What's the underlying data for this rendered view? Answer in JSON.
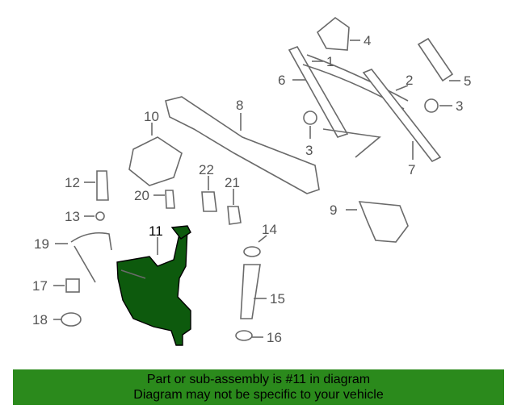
{
  "callouts": {
    "c1": "1",
    "c2": "2",
    "c3a": "3",
    "c3b": "3",
    "c4": "4",
    "c5": "5",
    "c6": "6",
    "c7": "7",
    "c8": "8",
    "c9": "9",
    "c10": "10",
    "c11": "11",
    "c12": "12",
    "c13": "13",
    "c14": "14",
    "c15": "15",
    "c16": "16",
    "c17": "17",
    "c18": "18",
    "c19": "19",
    "c20": "20",
    "c21": "21",
    "c22": "22"
  },
  "selected_part": "11",
  "colors": {
    "highlight": "#0d5a0d",
    "banner": "#2b8a1c",
    "linework": "#6a6a6a"
  },
  "banner": {
    "line1": "Part or sub-assembly is #11 in diagram",
    "line2": "Diagram may not be specific to your vehicle"
  }
}
